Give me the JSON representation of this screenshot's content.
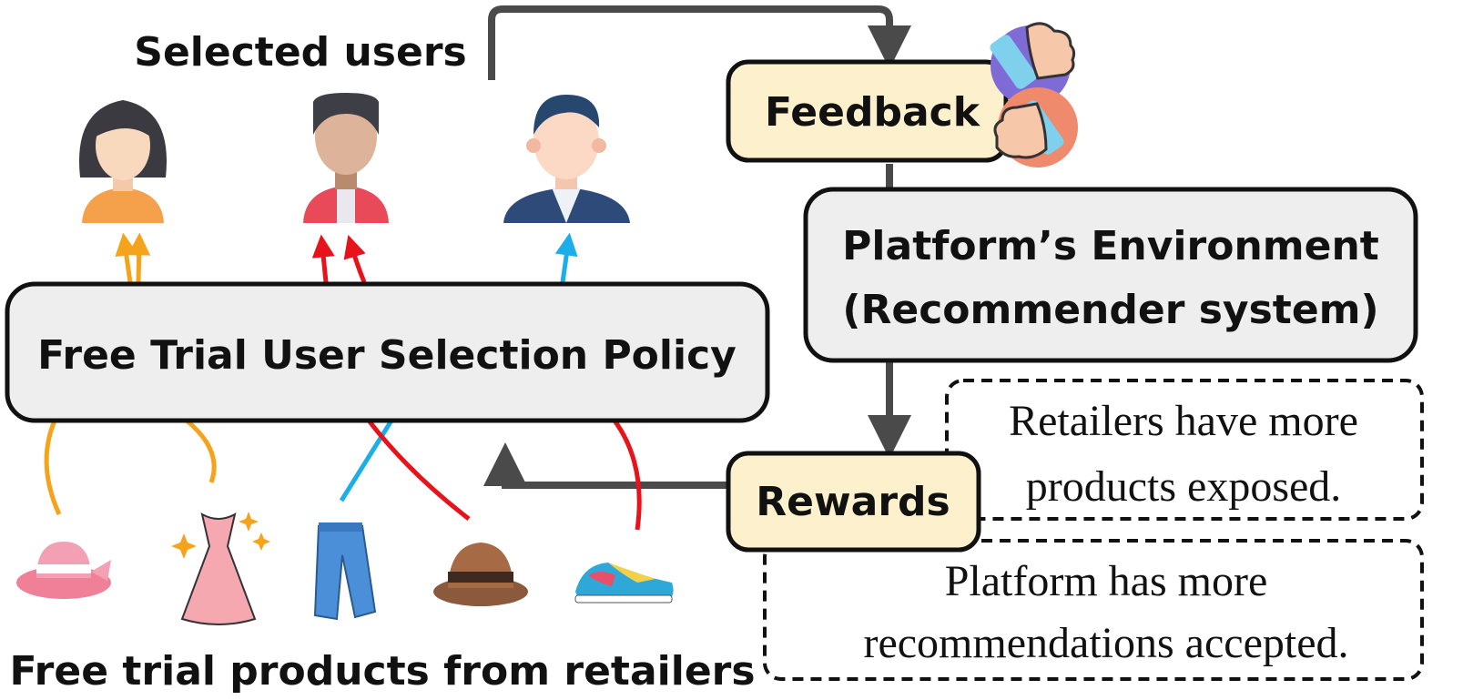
{
  "labels": {
    "selected_users": "Selected users",
    "policy": "Free Trial User Selection Policy",
    "products": "Free trial products from retailers",
    "feedback": "Feedback",
    "environment_line1": "Platform’s Environment",
    "environment_line2": "(Recommender system)",
    "rewards": "Rewards",
    "retailers_line1": "Retailers have more",
    "retailers_line2": "products exposed.",
    "platform_line1": "Platform has more",
    "platform_line2": "recommendations accepted."
  },
  "users": [
    {
      "name": "woman-user-icon"
    },
    {
      "name": "man-user-icon"
    },
    {
      "name": "businessman-user-icon"
    }
  ],
  "products": [
    {
      "name": "sun-hat-icon"
    },
    {
      "name": "dress-icon"
    },
    {
      "name": "jeans-icon"
    },
    {
      "name": "fedora-hat-icon"
    },
    {
      "name": "sneaker-icon"
    }
  ],
  "colors": {
    "orange": "#F5A31A",
    "red": "#E8121A",
    "blue": "#1BAEE8",
    "box_gray": "#EEEEEE",
    "box_cream": "#FDF0CC",
    "arrow_gray": "#4A4A4A"
  }
}
